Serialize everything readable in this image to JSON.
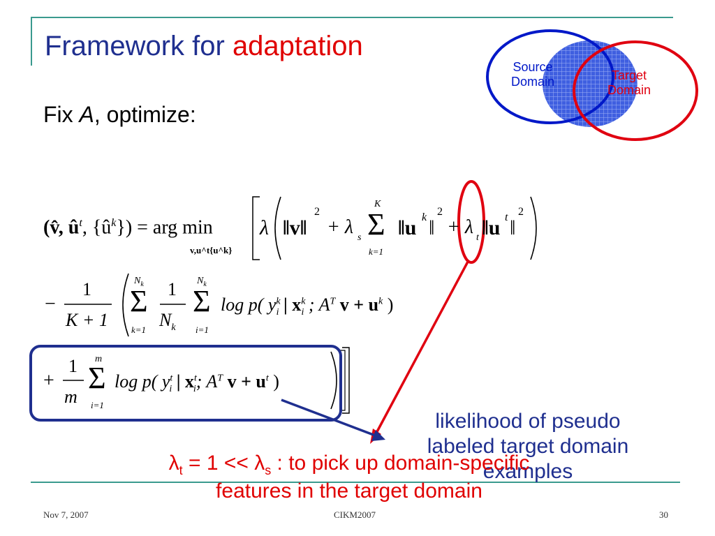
{
  "slide": {
    "title_prefix": "Framework for ",
    "title_accent": "adaptation",
    "subtitle_prefix": "Fix ",
    "subtitle_var": "A",
    "subtitle_suffix": ", optimize:"
  },
  "venn": {
    "source_line1": "Source",
    "source_line2": "Domain",
    "target_line1": "Target",
    "target_line2": "Domain",
    "source_color": "#0018c8",
    "target_color": "#e00010",
    "overlap_fill": "#3f5fe0"
  },
  "equation": {
    "line1_lhs": "(v̂, û",
    "line1_t": "t",
    "line1_mid": ", {û",
    "line1_k": "k",
    "line1_close": "}) = arg min",
    "argmin_sub": "v,u^t{u^k}",
    "lambda": "λ",
    "norm_v": "‖v‖",
    "sq": "2",
    "plus_lambda_s": "+ λ",
    "sub_s": "s",
    "sum_top_K": "K",
    "sum_bottom_k1": "k=1",
    "norm_uk": "‖u",
    "sup_k": "k",
    "plus_lambda_t": "+ λ",
    "sub_t": "t",
    "norm_ut": "‖u",
    "sup_t": "t",
    "line2_neg": "−",
    "frac1_num": "1",
    "frac1_den": "K + 1",
    "sum2_top": "N",
    "sum2_top_sub": "k",
    "frac2_num": "1",
    "frac2_den": "N",
    "frac2_den_sub": "k",
    "sum3_bottom": "i=1",
    "line2_log": "log p( y",
    "line2_y_sup": "k",
    "line2_y_sub": "i",
    "line2_mid": " | x",
    "line2_x_sup": "k",
    "line2_x_sub": "i",
    "line2_tail": " ; A",
    "line2_T": "T",
    "line2_end": " v + u",
    "line2_u_sup": "k",
    "line2_close": " )",
    "line3_plus": "+",
    "frac3_num": "1",
    "frac3_den": "m",
    "sum4_top": "m",
    "sum4_bottom": "i=1",
    "line3_log": "log p( y",
    "line3_y_sup": "t",
    "line3_y_sub": "i",
    "line3_mid": " | x",
    "line3_x_sup": "t",
    "line3_x_sub": "i",
    "line3_tail": "; A",
    "line3_T": "T",
    "line3_end": " v + u",
    "line3_u_sup": "t",
    "line3_close": " )"
  },
  "annotations": {
    "likelihood_line1": "likelihood of pseudo",
    "likelihood_line2": "labeled target domain",
    "likelihood_line3": "examples",
    "likelihood_color": "#1f2f8f",
    "lambda_note_line1_a": "λ",
    "lambda_note_line1_t": "t",
    "lambda_note_line1_b": " = 1 << λ",
    "lambda_note_line1_s": "s",
    "lambda_note_line1_c": " : to pick up domain-specific",
    "lambda_note_line2": "features in the target domain",
    "lambda_note_color": "#e00000",
    "arrow_red": "#e00010",
    "box_blue": "#1f2f8f"
  },
  "footer": {
    "date": "Nov 7, 2007",
    "venue": "CIKM2007",
    "page": "30"
  }
}
